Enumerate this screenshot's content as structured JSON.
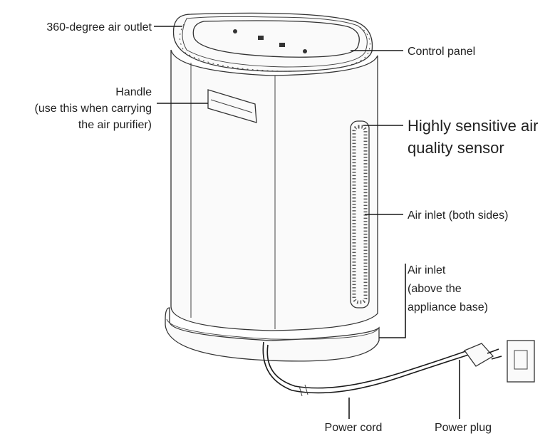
{
  "labels": {
    "outlet": "360-degree air outlet",
    "control_panel": "Control panel",
    "handle_1": "Handle",
    "handle_2": "(use this when carrying",
    "handle_3": "the air purifier)",
    "sensor_1": "Highly sensitive air",
    "sensor_2": "quality sensor",
    "inlet_sides": "Air inlet (both sides)",
    "inlet_base_1": "Air inlet",
    "inlet_base_2": "(above the",
    "inlet_base_3": "appliance base)",
    "power_cord": "Power cord",
    "power_plug": "Power plug"
  }
}
